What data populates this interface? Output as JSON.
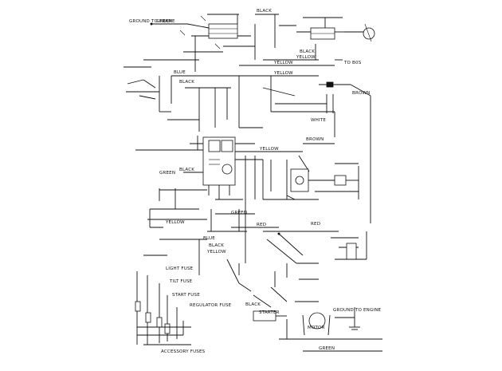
{
  "labels": {
    "ground_frame": "GROUND TO FRAME",
    "green_top": "GREEN",
    "black_top": "BLACK",
    "yellow_top": "YELLOW",
    "black_right": "BLACK",
    "yellow_right": "YELLOW",
    "to_b0s": "TO B0S",
    "blue_upper": "BLUE",
    "black_upper": "BLACK",
    "yellow_upper": "YELLOW",
    "brown_right": "BROWN",
    "white_mid": "WHITE",
    "brown_mid": "BROWN",
    "yellow_mid": "YELLOW",
    "green_left": "GREEN",
    "black_left": "BLACK",
    "green_mid": "GREEN",
    "yellow_low": "YELLOW",
    "red_mid": "RED",
    "blue_low": "BLUE",
    "black_low": "BLACK",
    "yellow_lower": "YELLOW",
    "light_fuse": "LIGHT FUSE",
    "tilt_fuse": "TILT FUSE",
    "start_fuse": "START FUSE",
    "regulator_fuse": "REGULATOR FUSE",
    "accessory_fuses": "ACCESSORY FUSES",
    "starter": "STARTER",
    "ground_engine": "GROUND TO ENGINE",
    "motor": "MOTOR",
    "green_bottom": "GREEN",
    "red_right": "RED",
    "black_starter": "BLACK"
  }
}
